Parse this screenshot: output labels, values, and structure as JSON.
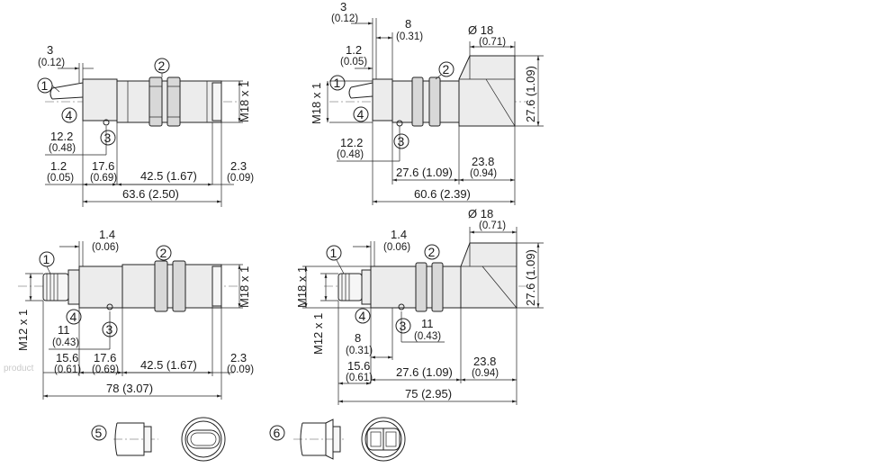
{
  "callouts": {
    "c1": "1",
    "c2": "2",
    "c3": "3",
    "c4": "4",
    "c5": "5",
    "c6": "6"
  },
  "tl": {
    "d3": "3",
    "d3i": "(0.12)",
    "d122": "12.2",
    "d122i": "(0.48)",
    "d12": "1.2",
    "d12i": "(0.05)",
    "d176": "17.6",
    "d176i": "(0.69)",
    "d425": "42.5 (1.67)",
    "d23": "2.3",
    "d23i": "(0.09)",
    "d636": "63.6 (2.50)",
    "m18": "M18 x 1"
  },
  "tr": {
    "d3": "3",
    "d3i": "(0.12)",
    "d8": "8",
    "d8i": "(0.31)",
    "d12": "1.2",
    "d12i": "(0.05)",
    "d18": "Ø 18",
    "d18i": "(0.71)",
    "m18": "M18 x 1",
    "d276v": "27.6 (1.09)",
    "d122": "12.2",
    "d122i": "(0.48)",
    "d276": "27.6 (1.09)",
    "d238": "23.8",
    "d238i": "(0.94)",
    "d606": "60.6 (2.39)"
  },
  "bl": {
    "d14": "1.4",
    "d14i": "(0.06)",
    "m18": "M18 x 1",
    "m12": "M12 x 1",
    "d11": "11",
    "d11i": "(0.43)",
    "d156": "15.6",
    "d156i": "(0.61)",
    "d176": "17.6",
    "d176i": "(0.69)",
    "d425": "42.5 (1.67)",
    "d23": "2.3",
    "d23i": "(0.09)",
    "d78": "78 (3.07)"
  },
  "br": {
    "d14": "1.4",
    "d14i": "(0.06)",
    "d18": "Ø 18",
    "d18i": "(0.71)",
    "m18": "M18 x 1",
    "m12": "M12 x 1",
    "d276v": "27.6 (1.09)",
    "d11": "11",
    "d11i": "(0.43)",
    "d8": "8",
    "d8i": "(0.31)",
    "d156": "15.6",
    "d156i": "(0.61)",
    "d276": "27.6 (1.09)",
    "d238": "23.8",
    "d238i": "(0.94)",
    "d75": "75 (2.95)"
  },
  "watermark": "product"
}
